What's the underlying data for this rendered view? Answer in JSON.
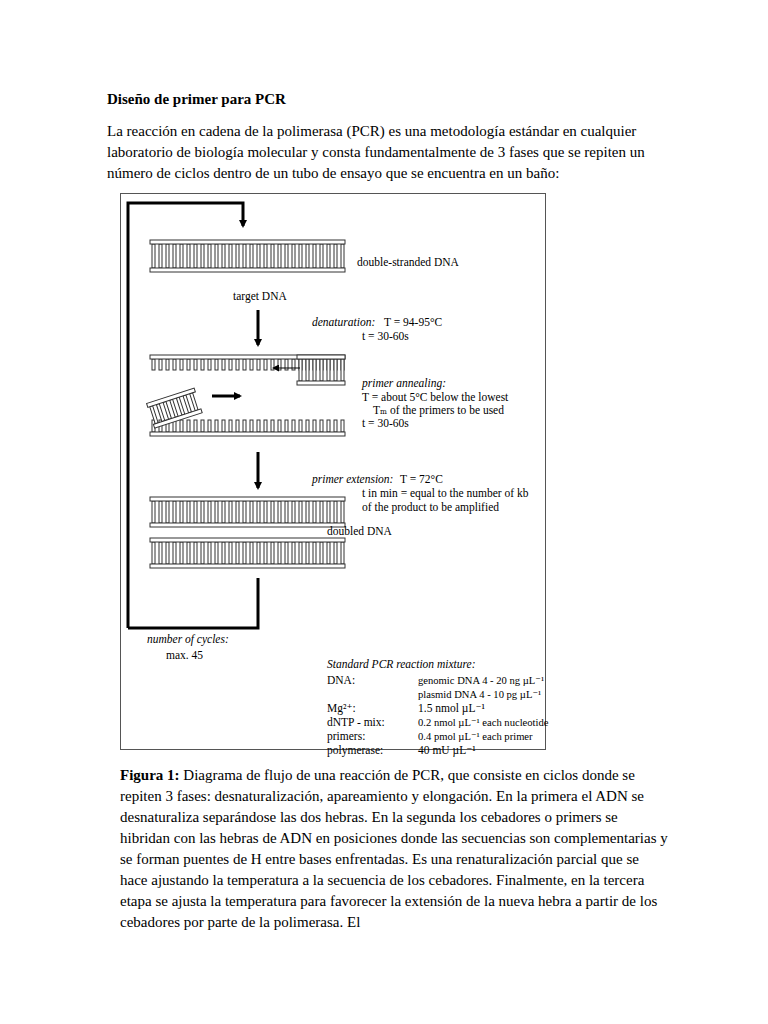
{
  "diagram": {
    "title": "Diseño de primer para PCR",
    "caption": "Diagrama de flujo de una reacción de PCR, que consiste en ciclos donde se repiten 3 fases: desnaturalización, apareamiento y elongación. En la primera el ADN se desnaturaliza separándose las dos hebras. En la segunda los cebadores o primers se hibridan con las hebras de ADN en posiciones donde las secuencias son complementarias y se forman puentes de H entre bases enfrentadas. Es una renaturalización parcial que se hace ajustando la temperatura a la secuencia de los cebadores. Finalmente, en la tercera etapa se ajusta la temperatura para favorecer la extensión de la nueva hebra a partir de los cebadores por parte de la polimerasa. El",
    "labels": [
      "La reacción en cadena de la polimerasa (PCR) es una metodología estándar en cualquier laboratorio de biología molecular y consta fundamentalmente de 3 fases que se repiten un número de ciclos dentro de un tubo de ensayo que se encuentra en un baño:",
      "double-stranded DNA",
      "target DNA",
      "denaturation:",
      "T = 94-95°C",
      "t = 30-60s",
      "primer annealing:",
      "T = about 5°C below the lowest",
      "Tₘ of the primers to be used",
      "t = 30-60s",
      "primer extension:",
      "T = 72°C",
      "t in min = equal to the number of kb",
      "of the product to be amplified",
      "doubled DNA",
      "number of cycles:",
      "max. 45",
      "Standard PCR reaction mixture:",
      "DNA:",
      "genomic DNA 4 - 20 ng µL⁻¹",
      "plasmid DNA 4 - 10 pg µL⁻¹",
      "Mg²⁺:",
      "1.5 nmol µL⁻¹",
      "dNTP - mix:",
      "0.2 nmol µL⁻¹ each nucleotide",
      "primers:",
      "0.4 pmol µL⁻¹ each primer",
      "polymerase:",
      "40 mU µL⁻¹",
      "Figura 1:"
    ]
  }
}
